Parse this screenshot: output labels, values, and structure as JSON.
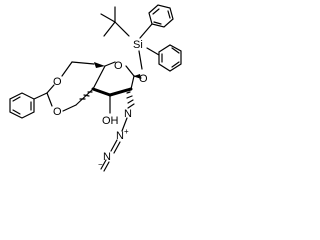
{
  "molecule": {
    "atom_labels": {
      "silicon": "Si",
      "ring_oxygen": "O",
      "glycosidic_oxygen": "O",
      "acetal_oxygen_top": "O",
      "acetal_oxygen_bottom": "O",
      "hydroxyl": "OH",
      "azide_n1": "N",
      "azide_n2": "N",
      "azide_n3": "N",
      "azide_plus": "+",
      "azide_minus": "−"
    }
  }
}
